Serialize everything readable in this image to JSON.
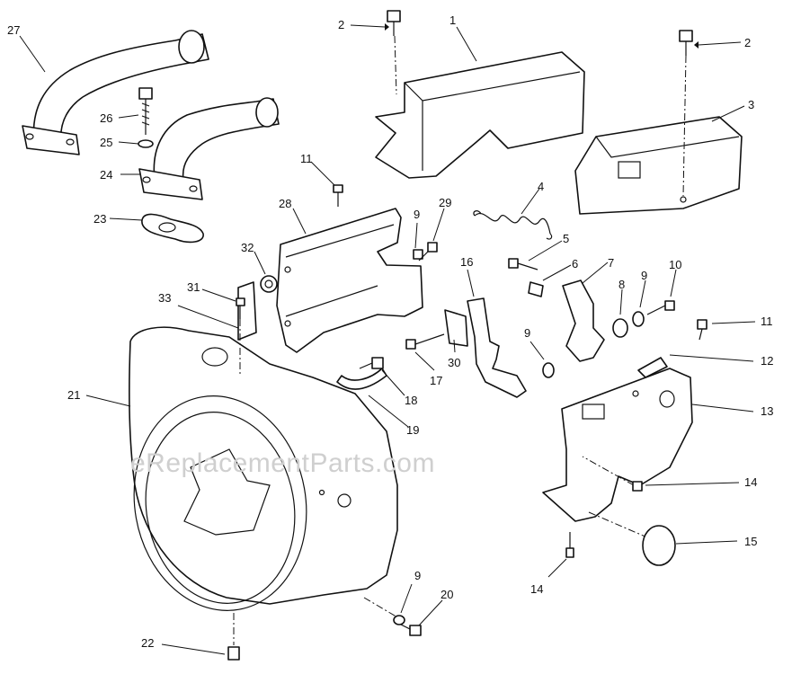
{
  "watermark": "eReplacementParts.com",
  "callouts": [
    "1",
    "2",
    "2",
    "3",
    "4",
    "5",
    "6",
    "7",
    "8",
    "9",
    "9",
    "9",
    "9",
    "10",
    "11",
    "11",
    "12",
    "13",
    "14",
    "14",
    "15",
    "16",
    "17",
    "18",
    "19",
    "20",
    "21",
    "22",
    "23",
    "24",
    "25",
    "26",
    "27",
    "28",
    "29",
    "30",
    "31",
    "32",
    "33"
  ]
}
